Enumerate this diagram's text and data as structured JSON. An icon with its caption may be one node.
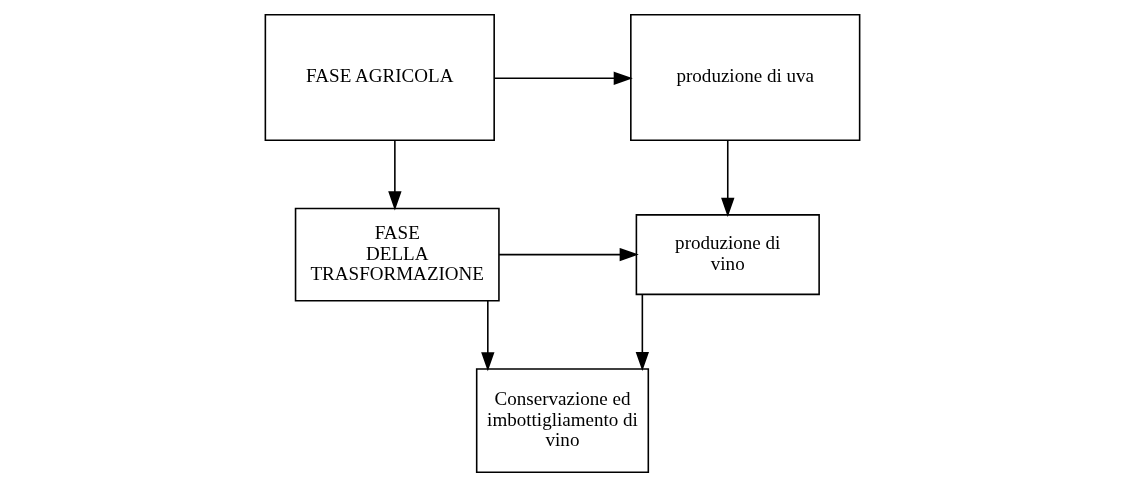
{
  "diagram": {
    "nodes": [
      {
        "text": [
          "FASE AGRICOLA"
        ]
      },
      {
        "text": [
          "produzione di uva"
        ]
      },
      {
        "text": [
          "FASE DELLA TRASFORMAZIONE"
        ]
      },
      {
        "text": [
          "produzione di vino"
        ]
      },
      {
        "text": [
          "Conservazione ed imbottigliamento di vino"
        ]
      }
    ],
    "edges": [
      {
        "from": 0,
        "to": 1,
        "arrow": "to"
      },
      {
        "from": 0,
        "to": 2,
        "arrow": "to"
      },
      {
        "from": 1,
        "to": 3,
        "arrow": "to"
      },
      {
        "from": 2,
        "to": 3,
        "arrow": "to"
      },
      {
        "from": 2,
        "to": 4,
        "arrow": "to"
      },
      {
        "from": 3,
        "to": 4,
        "arrow": "to"
      }
    ]
  }
}
